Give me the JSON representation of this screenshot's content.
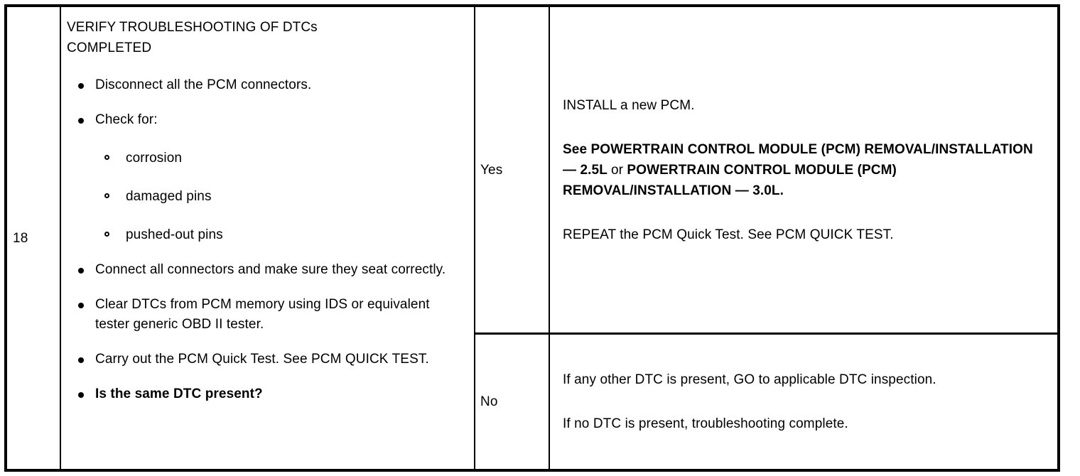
{
  "table": {
    "step": {
      "number": "18"
    },
    "condition": {
      "title": "VERIFY TROUBLESHOOTING OF DTCs\nCOMPLETED",
      "bullets": [
        {
          "text": "Disconnect all the PCM connectors.",
          "bold": false,
          "marker": "filled-bullet-icon"
        },
        {
          "text": "Check for:",
          "bold": false,
          "marker": "filled-bullet-icon",
          "subitems": [
            {
              "text": "corrosion",
              "marker": "hollow-bullet-icon"
            },
            {
              "text": "damaged pins",
              "marker": "hollow-bullet-icon"
            },
            {
              "text": "pushed-out pins",
              "marker": "hollow-bullet-icon"
            }
          ]
        },
        {
          "text": "Connect all connectors and make sure they seat correctly.",
          "bold": false,
          "marker": "filled-bullet-icon"
        },
        {
          "text": "Clear DTCs from PCM memory using IDS or equivalent tester generic OBD II tester.",
          "bold": false,
          "marker": "filled-bullet-icon"
        },
        {
          "text": "Carry out the PCM Quick Test. See PCM QUICK TEST.",
          "bold": false,
          "marker": "filled-bullet-icon"
        },
        {
          "text": "Is the same DTC present?",
          "bold": true,
          "marker": "filled-bullet-icon"
        }
      ]
    },
    "rows": [
      {
        "result": "Yes",
        "actions": [
          {
            "bold": false,
            "text": "INSTALL a new PCM."
          },
          {
            "bold": true,
            "segments": [
              {
                "text": "See POWERTRAIN CONTROL MODULE (PCM) REMOVAL/INSTALLATION — 2.5L ",
                "bold": true
              },
              {
                "text": "or ",
                "bold": false
              },
              {
                "text": "POWERTRAIN CONTROL MODULE (PCM) REMOVAL/INSTALLATION — 3.0L.",
                "bold": true
              }
            ]
          },
          {
            "bold": false,
            "text": "REPEAT the PCM Quick Test. See PCM QUICK TEST."
          }
        ]
      },
      {
        "result": "No",
        "actions": [
          {
            "bold": false,
            "text": "If any other DTC is present, GO to applicable DTC inspection."
          },
          {
            "bold": false,
            "text": "If no DTC is present, troubleshooting complete."
          }
        ]
      }
    ]
  },
  "colors": {
    "border": "#000000",
    "text": "#000000",
    "background": "#ffffff"
  }
}
